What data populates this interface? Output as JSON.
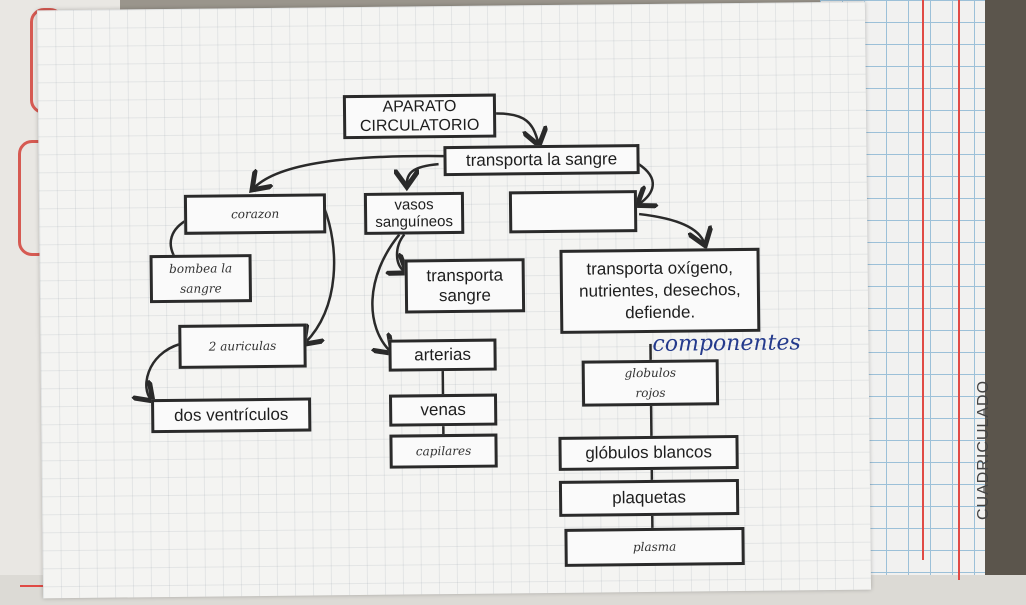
{
  "map": {
    "root": "APARATO\nCIRCULATORIO",
    "transports": "transporta la sangre",
    "heart_box": "corazon",
    "heart_function": "bombea la sangre",
    "atria": "2 auriculas",
    "ventricles": "dos ventrículos",
    "vessels": "vasos\nsanguíneos",
    "vessels_function": "transporta\nsangre",
    "arteries": "arterias",
    "veins": "venas",
    "capillaries": "capilares",
    "blood_box": "",
    "blood_function": "transporta oxígeno,\nnutrientes, desechos,\ndefiende.",
    "components_label": "componentes",
    "red_cells": "globulos\nrojos",
    "white_cells": "glóbulos blancos",
    "platelets": "plaquetas",
    "plasma": "plasma"
  },
  "notebook": {
    "cover_label": "CUADRICULADO"
  },
  "colors": {
    "ink_blue": "#243a8c",
    "margin_red": "#e04a45",
    "grid_blue": "#9cc0d8"
  }
}
